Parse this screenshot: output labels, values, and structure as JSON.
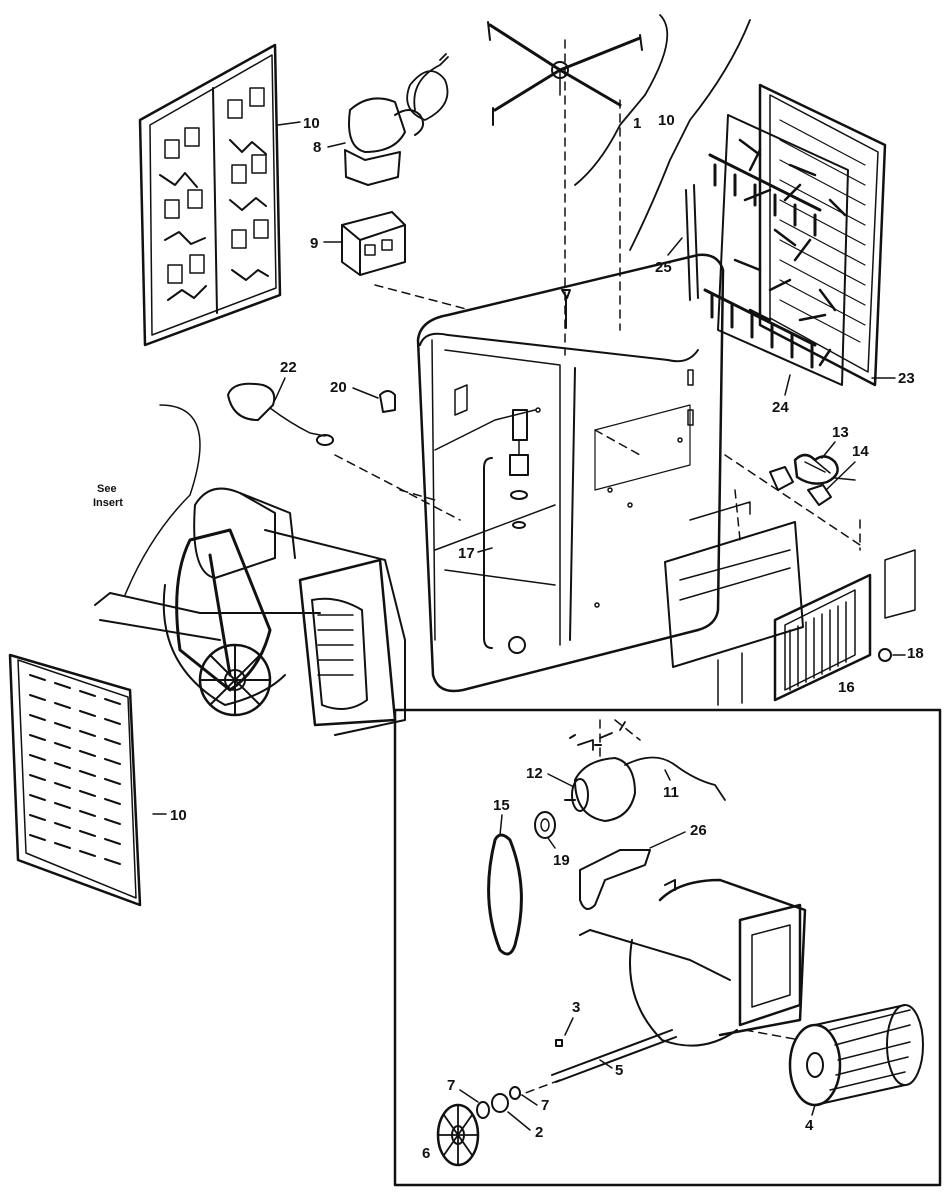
{
  "labels": {
    "l1": "1",
    "l2": "2",
    "l3": "3",
    "l4": "4",
    "l5": "5",
    "l6": "6",
    "l7a": "7",
    "l7b": "7",
    "l8": "8",
    "l9": "9",
    "l10a": "10",
    "l10b": "10",
    "l10c": "10",
    "l11": "11",
    "l12": "12",
    "l13": "13",
    "l14": "14",
    "l15": "15",
    "l16": "16",
    "l17": "17",
    "l18": "18",
    "l19": "19",
    "l20": "20",
    "l22": "22",
    "l23": "23",
    "l24": "24",
    "l25": "25",
    "l26": "26"
  },
  "see_insert": {
    "line1": "See",
    "line2": "Insert"
  },
  "colors": {
    "ink": "#111111",
    "paper": "#ffffff"
  }
}
